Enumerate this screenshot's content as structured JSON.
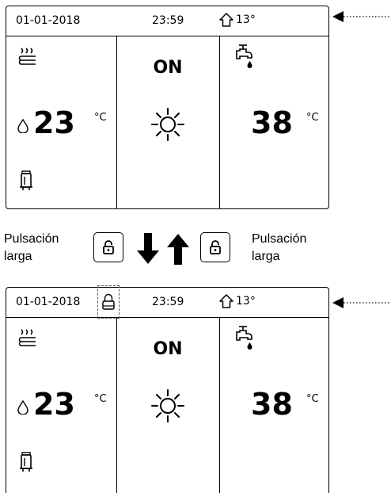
{
  "screens": [
    {
      "date": "01-01-2018",
      "time": "23:59",
      "outdoor_temp": "13°",
      "mode_status": "ON",
      "room_temp": "23",
      "room_unit": "°C",
      "water_temp": "38",
      "water_unit": "°C",
      "locked": false
    },
    {
      "date": "01-01-2018",
      "time": "23:59",
      "outdoor_temp": "13°",
      "mode_status": "ON",
      "room_temp": "23",
      "room_unit": "°C",
      "water_temp": "38",
      "water_unit": "°C",
      "locked": true
    }
  ],
  "transition": {
    "left_label": [
      "Pulsación",
      "larga"
    ],
    "right_label": [
      "Pulsación",
      "larga"
    ]
  },
  "icons": [
    "floor-heating-icon",
    "drop-icon",
    "tank-icon",
    "sun-icon",
    "faucet-icon",
    "home-icon",
    "lock-icon",
    "arrow-down-icon",
    "arrow-up-icon",
    "pointer-arrow-icon"
  ]
}
